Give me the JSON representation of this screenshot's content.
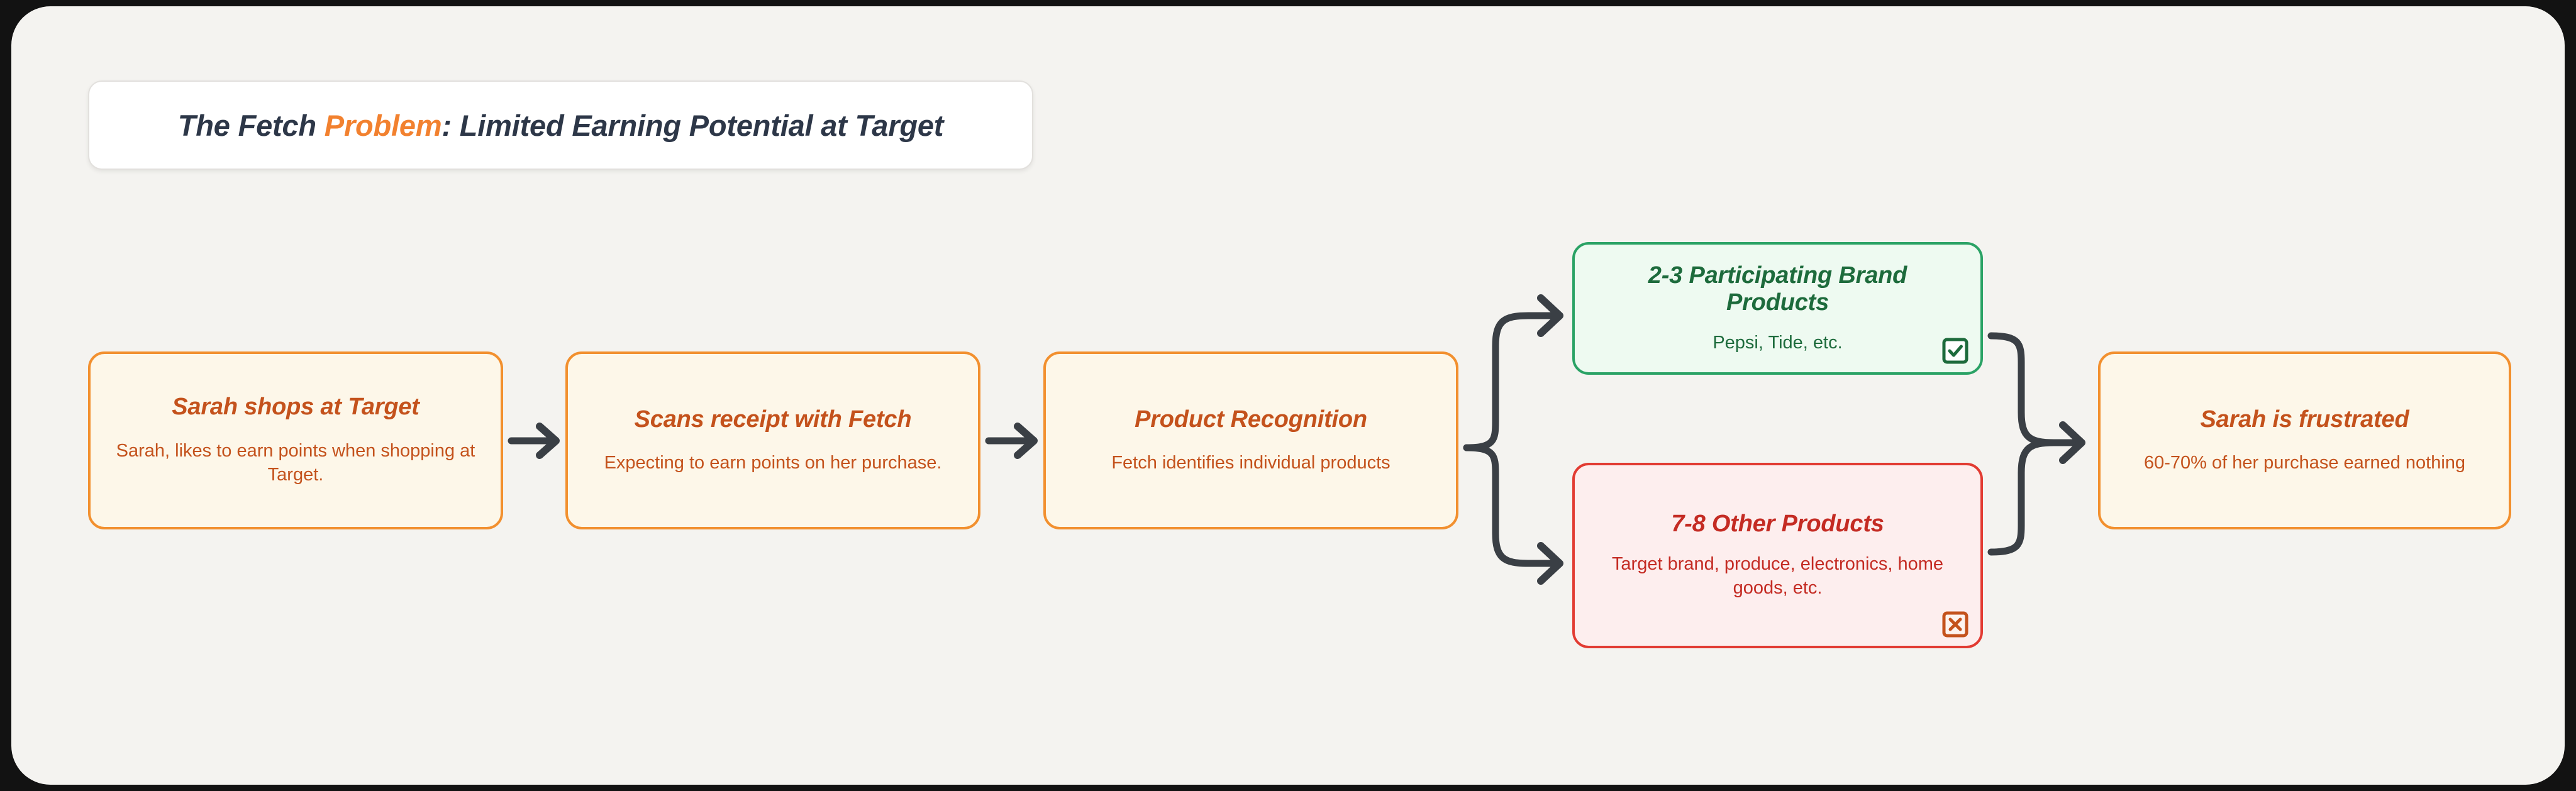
{
  "title": {
    "prefix": "The Fetch ",
    "highlight": "Problem",
    "suffix": ": Limited Earning Potential at Target",
    "highlight_color": "#f2812f",
    "text_color": "#2d3748"
  },
  "flow": {
    "nodes": [
      {
        "id": "shops",
        "tone": "orange",
        "title": "Sarah shops at Target",
        "subtitle": "Sarah, likes to earn points when shopping at Target.",
        "border_color": "#f2902f",
        "fill_color": "#fdf7e9",
        "text_color": "#c4521c"
      },
      {
        "id": "scans",
        "tone": "orange",
        "title": "Scans receipt with Fetch",
        "subtitle": "Expecting to earn points on her purchase.",
        "border_color": "#f2902f",
        "fill_color": "#fdf7e9",
        "text_color": "#c4521c"
      },
      {
        "id": "recognition",
        "tone": "orange",
        "title": "Product Recognition",
        "subtitle": "Fetch identifies individual products",
        "border_color": "#f2902f",
        "fill_color": "#fdf7e9",
        "text_color": "#c4521c"
      },
      {
        "id": "brand-products",
        "tone": "green",
        "title": "2-3 Participating Brand Products",
        "subtitle": "Pepsi, Tide, etc.",
        "status_icon": "checkbox-checked-icon",
        "border_color": "#2aa265",
        "fill_color": "#eefaf1",
        "text_color": "#1d6b3c"
      },
      {
        "id": "other-products",
        "tone": "red",
        "title": "7-8 Other Products",
        "subtitle": "Target brand, produce, electronics, home goods, etc.",
        "status_icon": "checkbox-x-icon",
        "border_color": "#e23b32",
        "fill_color": "#fdeeee",
        "text_color": "#c42b23"
      },
      {
        "id": "frustrated",
        "tone": "orange",
        "title": "Sarah is frustrated",
        "subtitle": "60-70% of her purchase earned nothing",
        "border_color": "#f2902f",
        "fill_color": "#fdf7e9",
        "text_color": "#c4521c"
      }
    ],
    "connectors": [
      {
        "id": "shops-to-scans",
        "type": "straight-arrow-icon"
      },
      {
        "id": "scans-to-recognition",
        "type": "straight-arrow-icon"
      },
      {
        "id": "recognition-to-brand",
        "type": "branch-arrow-up-icon"
      },
      {
        "id": "recognition-to-other",
        "type": "branch-arrow-down-icon"
      },
      {
        "id": "brand-to-frustrated",
        "type": "merge-arrow-icon"
      },
      {
        "id": "other-to-frustrated",
        "type": "merge-arrow-icon"
      }
    ],
    "connector_color": "#3a3f45"
  },
  "canvas": {
    "background_color": "#f4f3f0",
    "frame_color": "#121212"
  }
}
